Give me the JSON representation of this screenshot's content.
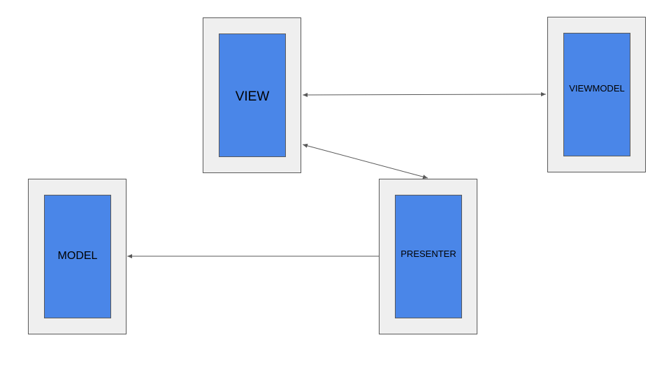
{
  "colors": {
    "inner_fill": "#4a86e8",
    "outer_fill": "#efefef",
    "border": "#595959",
    "connector": "#595959",
    "text": "#000000"
  },
  "nodes": {
    "view": {
      "label": "VIEW"
    },
    "viewmodel": {
      "label": "VIEWMODEL"
    },
    "model": {
      "label": "MODEL"
    },
    "presenter": {
      "label": "PRESENTER"
    }
  },
  "edges": [
    {
      "from": "view",
      "to": "viewmodel",
      "direction": "both"
    },
    {
      "from": "view",
      "to": "presenter",
      "direction": "both"
    },
    {
      "from": "presenter",
      "to": "model",
      "direction": "forward"
    }
  ]
}
